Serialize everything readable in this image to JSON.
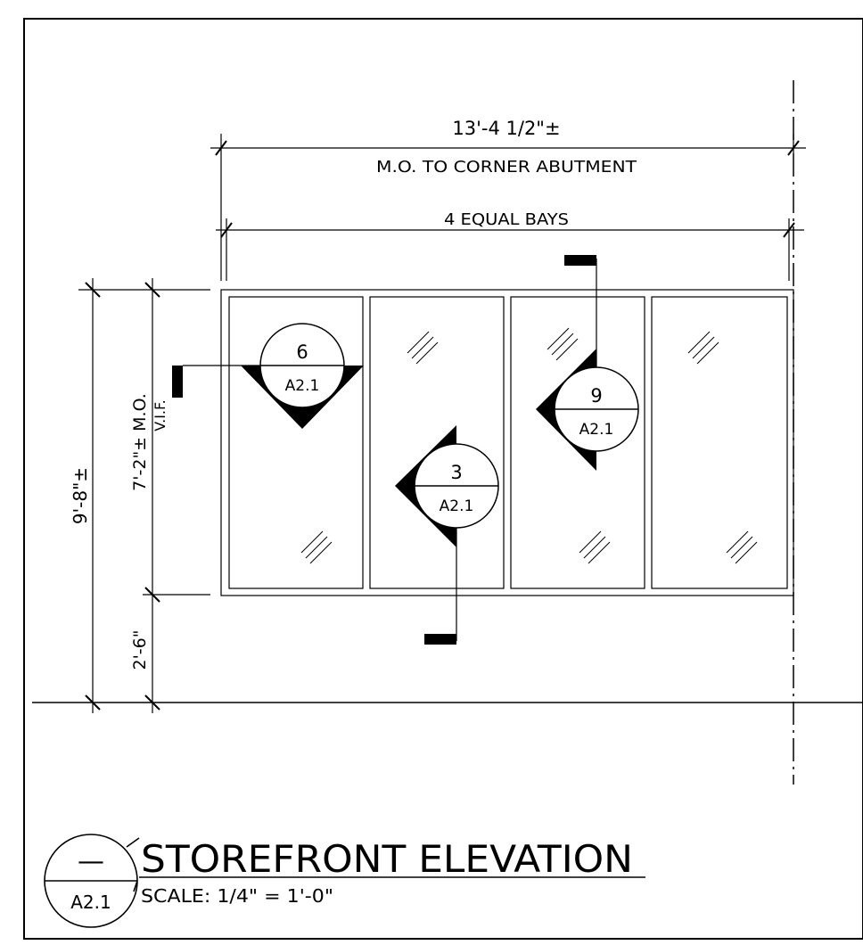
{
  "drawing": {
    "dimensions": {
      "overall_width": "13'-4 1/2\"±",
      "overall_width_note": "M.O. TO CORNER ABUTMENT",
      "bays_note": "4 EQUAL BAYS",
      "overall_height": "9'-8\"±",
      "opening_height": "7'-2\"± M.O.",
      "opening_height_note": "V.I.F.",
      "sill_height": "2'-6\""
    },
    "section_markers": [
      {
        "number": "6",
        "sheet": "A2.1"
      },
      {
        "number": "3",
        "sheet": "A2.1"
      },
      {
        "number": "9",
        "sheet": "A2.1"
      }
    ],
    "title_block": {
      "detail_number": "—",
      "sheet": "A2.1",
      "title": "STOREFRONT ELEVATION",
      "scale": "SCALE: 1/4\" = 1'-0\""
    },
    "colors": {
      "ink": "#000000",
      "paper": "#ffffff"
    }
  }
}
